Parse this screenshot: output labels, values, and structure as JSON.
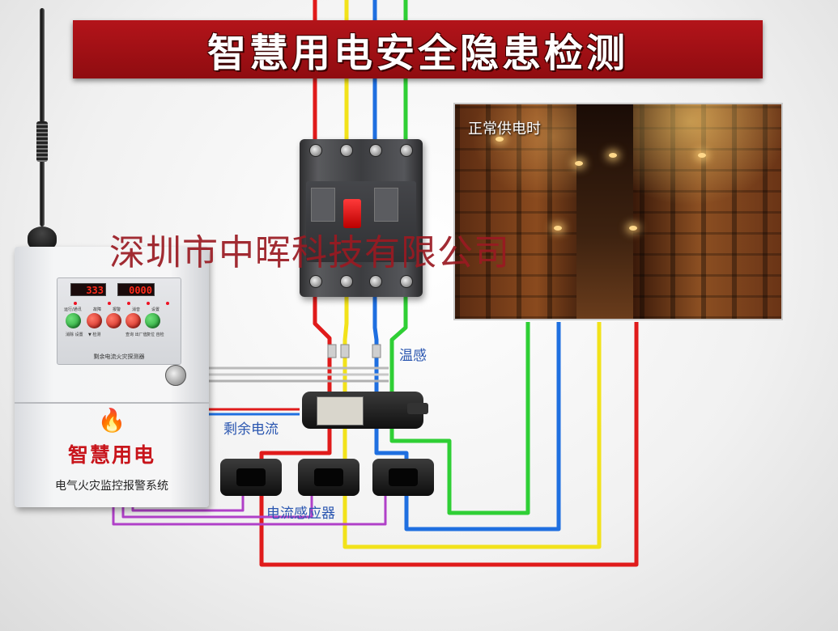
{
  "banner": {
    "title": "智慧用电安全隐患检测"
  },
  "watermark": {
    "text": "深圳市中晖科技有限公司"
  },
  "photo": {
    "caption": "正常供电时"
  },
  "labels": {
    "temperature": "温感",
    "residual_current": "剩余电流",
    "current_sensor": "电流感应器"
  },
  "monitor": {
    "led_left": "333",
    "led_right": "0000",
    "button_labels": [
      "运行/通讯",
      "故障",
      "报警",
      "消音",
      "设置"
    ],
    "button_sublabels": [
      "消除 设置",
      "▼ 检测",
      "",
      "查询 出厂值",
      "复位 自检"
    ],
    "panel_caption": "剩余电流火灾探测器",
    "brand": "智慧用电",
    "system_label": "电气火灾监控报警系统"
  },
  "colors": {
    "banner_red": "#a01015",
    "wire_red": "#e01b1b",
    "wire_yellow": "#f2e21a",
    "wire_blue": "#1f6fe0",
    "wire_green": "#2fcf35",
    "wire_purple": "#b040c8",
    "label_blue": "#2a56b0",
    "watermark": "#9a1a22"
  }
}
